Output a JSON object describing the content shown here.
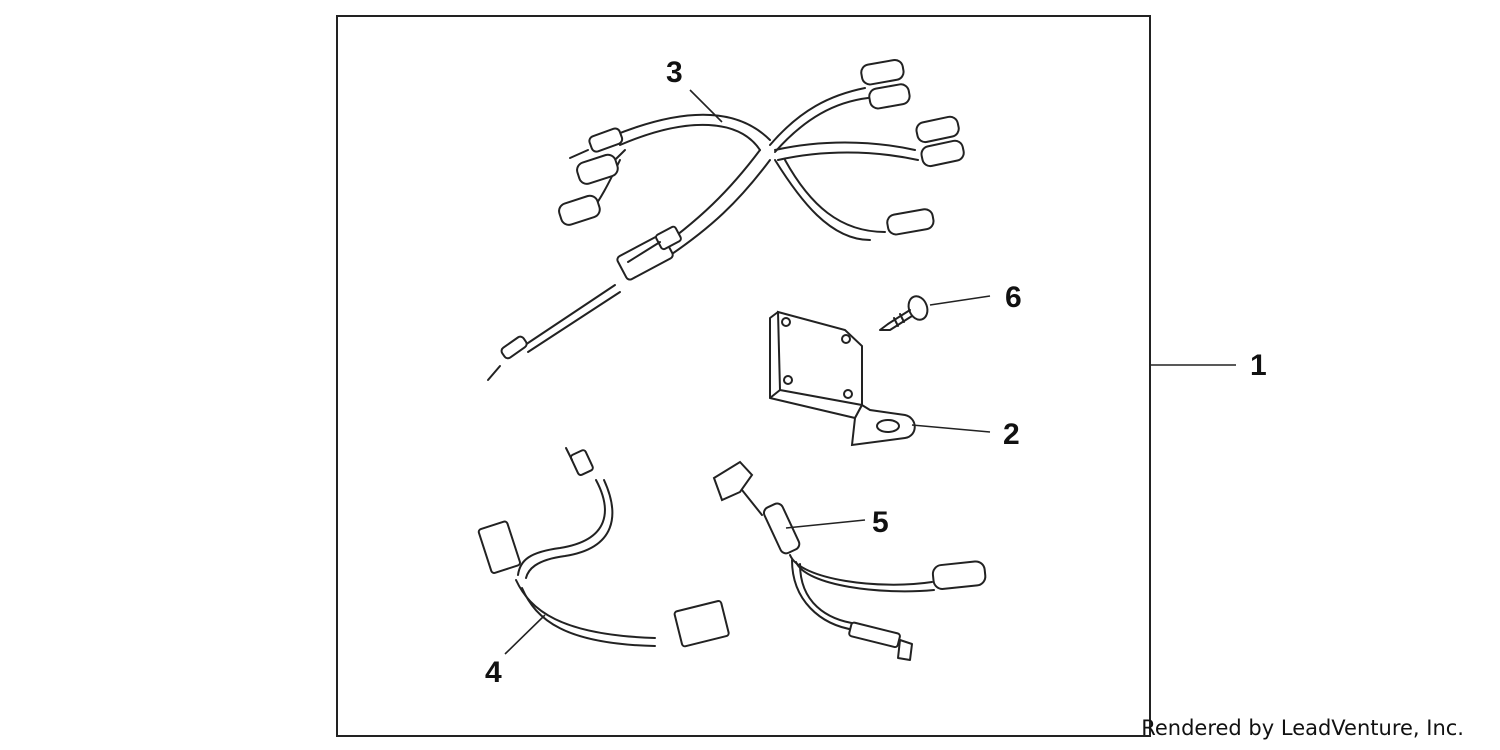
{
  "callouts": {
    "kit": "1",
    "bracket": "2",
    "main_harness": "3",
    "sub_harness": "4",
    "battery_lead": "5",
    "screw": "6"
  },
  "footer": {
    "credit": "Rendered by LeadVenture, Inc."
  }
}
